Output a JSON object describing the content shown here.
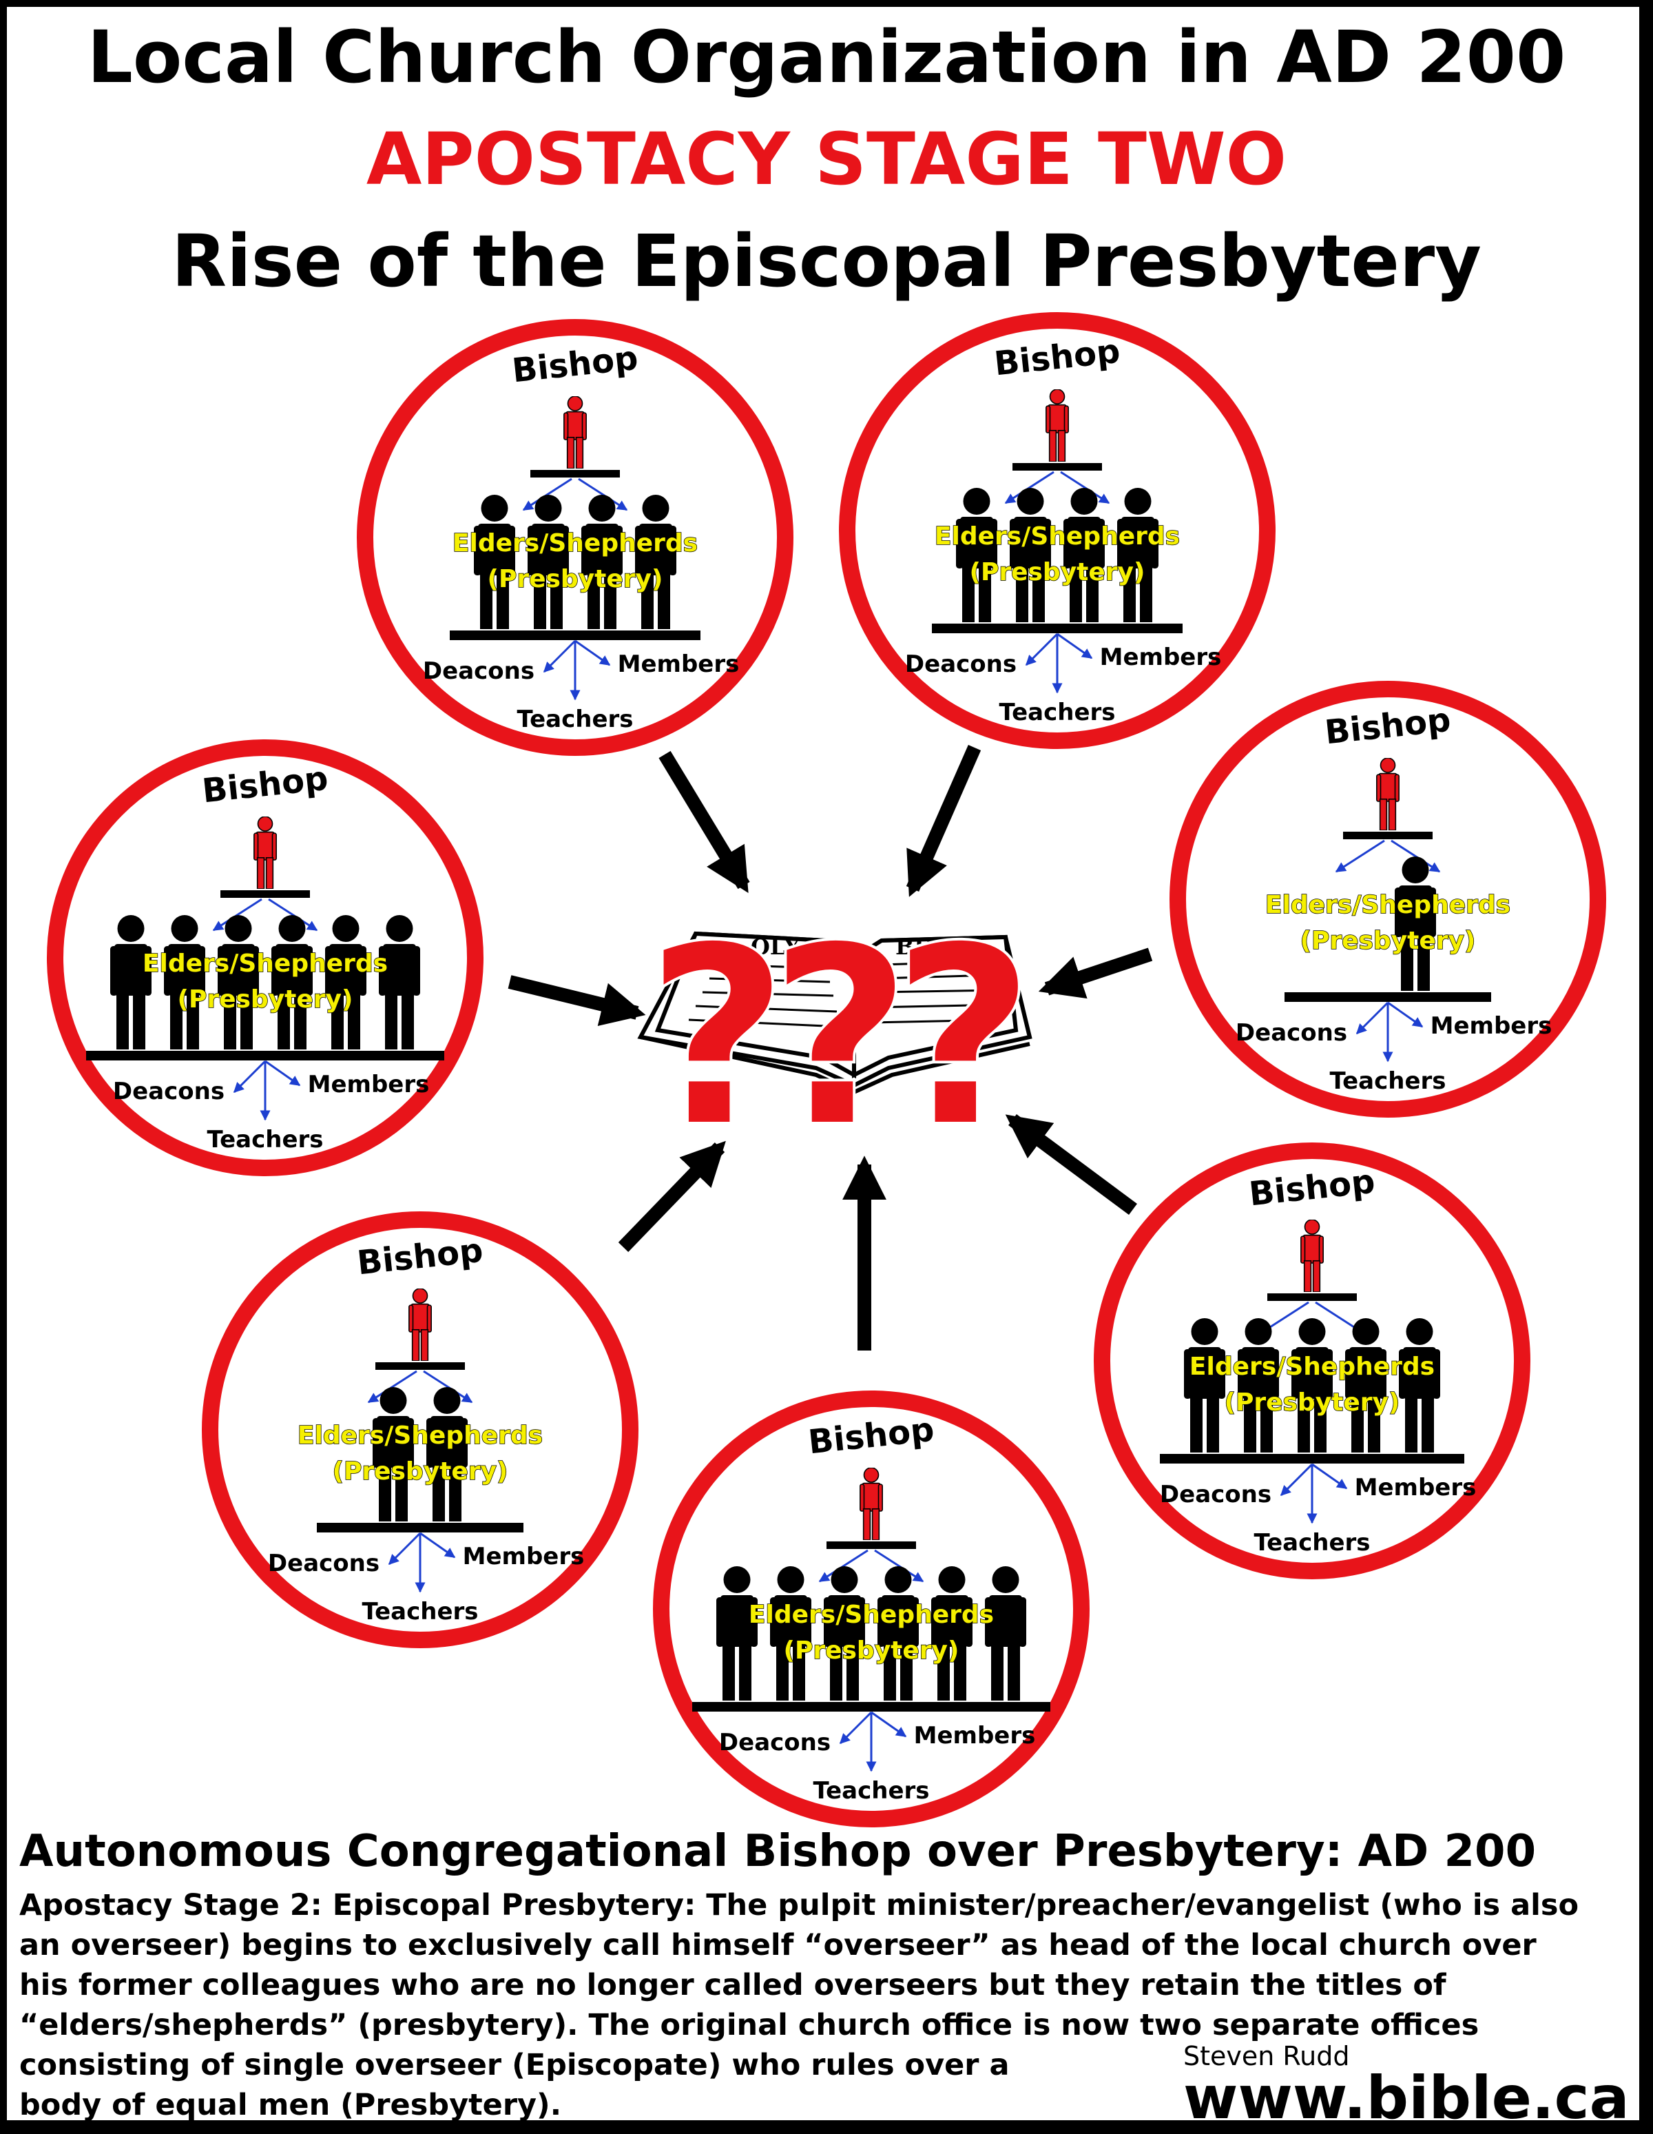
{
  "titles": {
    "line1": "Local Church Organization in AD 200",
    "line2": "APOSTACY STAGE TWO",
    "line3": "Rise of the Episcopal Presbytery"
  },
  "colors": {
    "accent_red": "#e8141a",
    "elder_label_yellow": "#f6f000",
    "arrow_blue": "#1d3fd0"
  },
  "circle_labels": {
    "bishop": "Bishop",
    "elders_line1": "Elders/Shepherds",
    "elders_line2": "(Presbytery)",
    "deacons": "Deacons",
    "members": "Members",
    "teachers": "Teachers"
  },
  "circles": [
    {
      "id": "top-left",
      "elders": 4
    },
    {
      "id": "top-right",
      "elders": 4
    },
    {
      "id": "mid-left",
      "elders": 6
    },
    {
      "id": "mid-right",
      "elders": 1
    },
    {
      "id": "low-left",
      "elders": 2
    },
    {
      "id": "low-right",
      "elders": 5
    },
    {
      "id": "bottom",
      "elders": 6
    }
  ],
  "center": {
    "symbol": "???",
    "image": "open-bible-icon"
  },
  "footer": {
    "heading": "Autonomous Congregational Bishop over Presbytery: AD 200",
    "body_lines": [
      "Apostacy Stage 2: Episcopal Presbytery: The pulpit minister/preacher/evangelist (who is also",
      "an overseer) begins to exclusively call himself “overseer” as head of the local church over",
      "his former colleagues who are no longer called overseers but they retain the titles of",
      "“elders/shepherds” (presbytery). The original church office is now two separate offices",
      "consisting of single overseer (Episcopate) who rules over a",
      "body of equal men (Presbytery)."
    ],
    "credit": "Steven Rudd",
    "site": "www.bible.ca"
  }
}
